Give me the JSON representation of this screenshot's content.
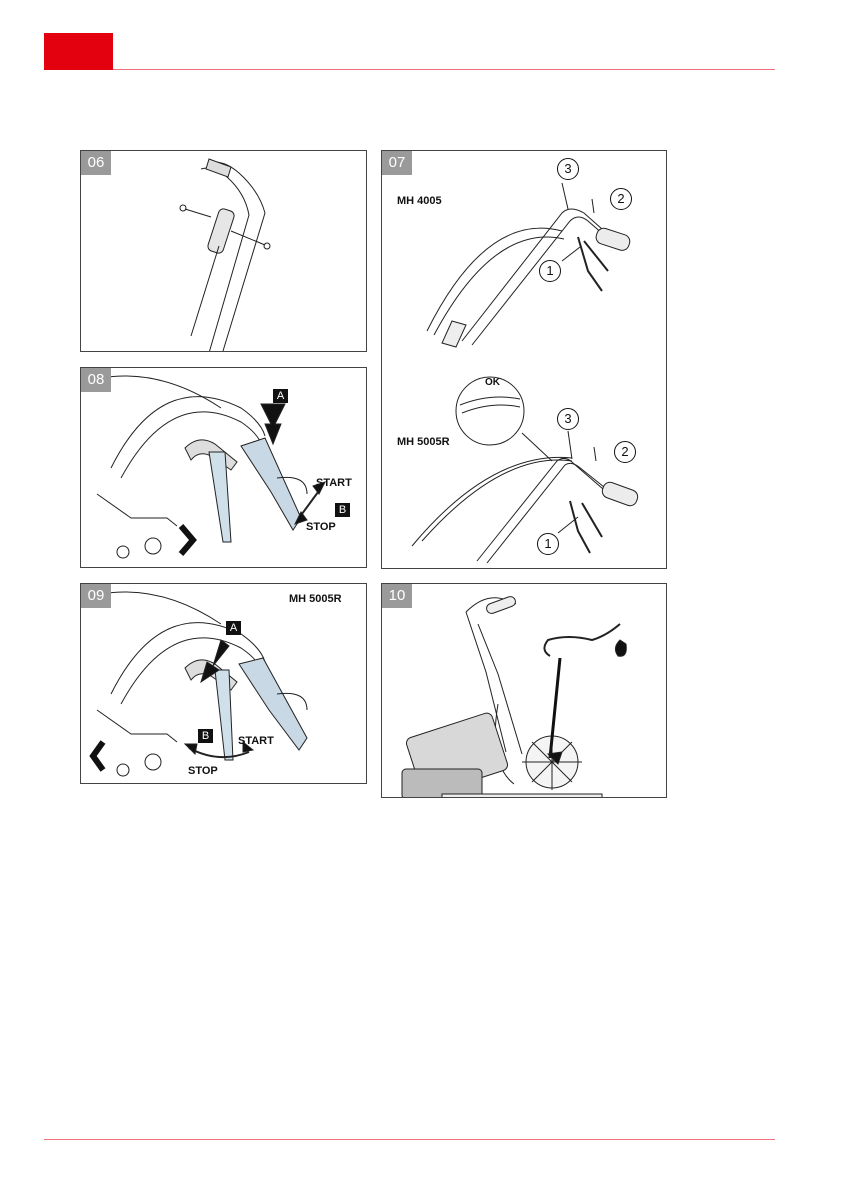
{
  "panels": {
    "p06": {
      "number": "06"
    },
    "p07": {
      "number": "07",
      "model_top": "MH 4005",
      "model_bottom": "MH 5005R",
      "ok_label": "OK",
      "callouts_top": [
        "1",
        "2",
        "3"
      ],
      "callouts_bottom": [
        "1",
        "2",
        "3"
      ]
    },
    "p08": {
      "number": "08",
      "label_a": "A",
      "label_b": "B",
      "start": "START",
      "stop": "STOP"
    },
    "p09": {
      "number": "09",
      "model": "MH 5005R",
      "label_a": "A",
      "label_b": "B",
      "start": "START",
      "stop": "STOP"
    },
    "p10": {
      "number": "10"
    }
  },
  "colors": {
    "accent": "#e3000f",
    "tag_gray": "#9a9a9a"
  }
}
